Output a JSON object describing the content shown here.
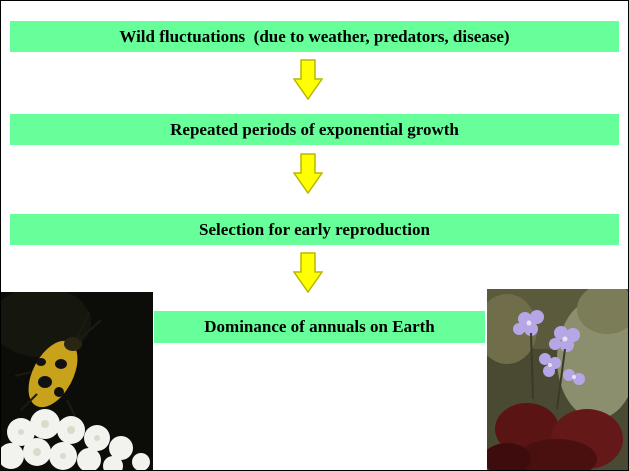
{
  "flow": {
    "steps": [
      {
        "label": "Wild fluctuations  (due to weather, predators, disease)"
      },
      {
        "label": "Repeated periods of exponential growth"
      },
      {
        "label": "Selection for early reproduction"
      },
      {
        "label": "Dominance of annuals on Earth"
      }
    ]
  },
  "colors": {
    "box_fill": "#66ff99",
    "arrow_fill": "#ffff00",
    "arrow_stroke": "#b8b800"
  },
  "images": {
    "left": "beetle-on-white-flowers-photo",
    "right": "purple-flowers-photo"
  }
}
